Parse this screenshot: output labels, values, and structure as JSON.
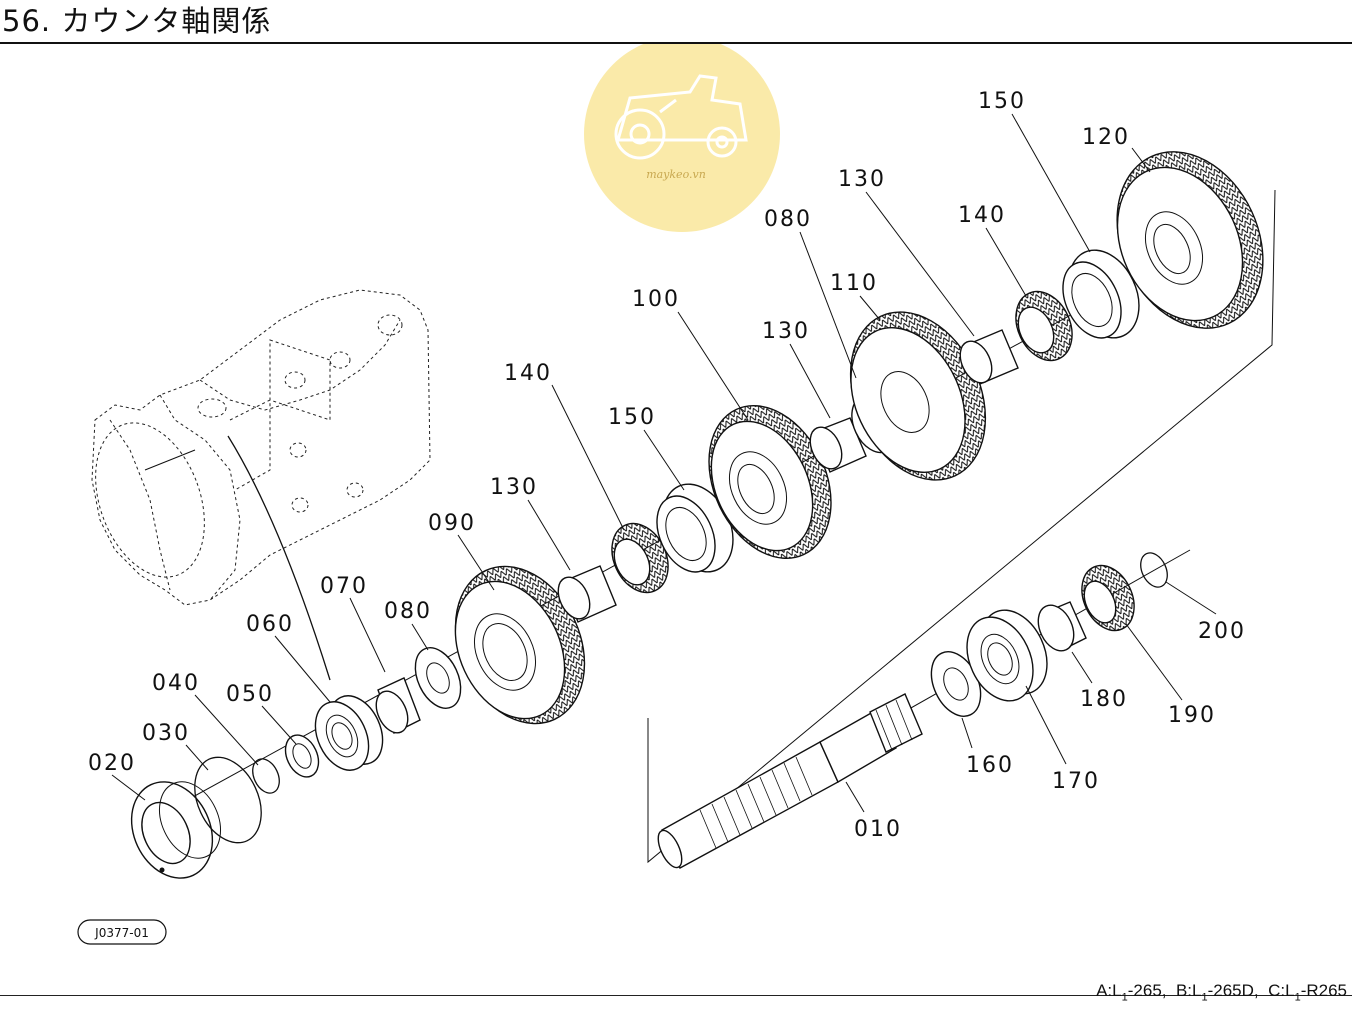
{
  "title": "56. カウンタ軸関係",
  "watermark_text": "maykeo.vn",
  "drawing_code": "J0377-01",
  "model_legend": [
    {
      "prefix": "A:L",
      "sub": "1",
      "suffix": "-265"
    },
    {
      "prefix": "B:L",
      "sub": "1",
      "suffix": "-265D"
    },
    {
      "prefix": "C:L",
      "sub": "1",
      "suffix": "-R265"
    }
  ],
  "parts": [
    "010",
    "020",
    "030",
    "040",
    "050",
    "060",
    "070",
    "080",
    "090",
    "100",
    "110",
    "120",
    "130",
    "140",
    "150",
    "160",
    "170",
    "180",
    "190",
    "200"
  ],
  "labels": {
    "p010": "010",
    "p020": "020",
    "p030": "030",
    "p040": "040",
    "p050": "050",
    "p060": "060",
    "p070": "070",
    "p080a": "080",
    "p080b": "080",
    "p090": "090",
    "p100": "100",
    "p110": "110",
    "p120": "120",
    "p130a": "130",
    "p130b": "130",
    "p130c": "130",
    "p140a": "140",
    "p140b": "140",
    "p150a": "150",
    "p150b": "150",
    "p160": "160",
    "p170": "170",
    "p180": "180",
    "p190": "190",
    "p200": "200"
  },
  "colors": {
    "line": "#111111",
    "watermark": "#f7e08c"
  }
}
